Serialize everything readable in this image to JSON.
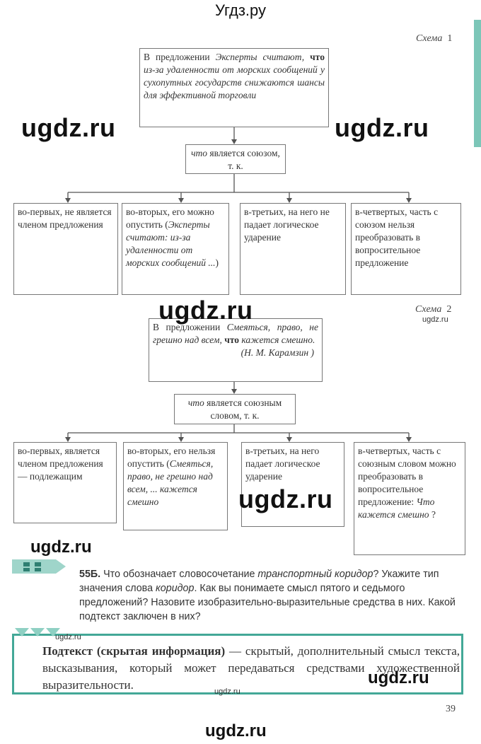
{
  "header": {
    "site_title": "Угдз.ру"
  },
  "watermarks": {
    "w1": "ugdz.ru",
    "w2": "ugdz.ru",
    "w3": "ugdz.ru",
    "w4": "ugdz.ru",
    "w5": "ugdz.ru",
    "w6": "ugdz.ru",
    "w7": "ugdz.ru",
    "w8": "ugdz.ru",
    "w9": "ugdz.ru",
    "w10": "ugdz.ru"
  },
  "scheme1": {
    "label_word": "Схема",
    "label_num": "1",
    "top_text_1": "В предложении",
    "top_italic_1": "Эксперты считают,",
    "top_bold": "что",
    "top_italic_2": "из-за удаленности от морских сообщений у сухопутных государств снижаются шансы для эффективной торговли",
    "mid_italic": "что",
    "mid_text": "является союзом, т. к.",
    "branch1": "во-первых, не является членом предложения",
    "branch2_a": "во-вторых, его можно опустить (",
    "branch2_italic": "Эксперты считают: из-за удаленности от морских сообщений ...",
    "branch2_b": ")",
    "branch3": "в-третьих, на него не падает логическое ударение",
    "branch4": "в-четвертых, часть с союзом нельзя преобразовать в вопросительное предложение"
  },
  "scheme2": {
    "label_word": "Схема",
    "label_num": "2",
    "top_text_1": "В предложении",
    "top_italic_1": "Смеяться, право, не грешно над всем,",
    "top_bold": "что",
    "top_italic_2": "кажется смешно.",
    "top_source": "(Н. М. Карамзин )",
    "mid_italic": "что",
    "mid_text": "является союзным словом, т. к.",
    "branch1": "во-первых, является членом предложения — подлежащим",
    "branch2_a": "во-вторых, его нельзя опустить (",
    "branch2_italic": "Смеяться, право, не грешно над всем, ... кажется смешно",
    "branch2_b": "",
    "branch3": "в-третьих, на него падает логическое ударение",
    "branch4_a": "в-четвертых, часть с союзным словом можно преобразовать в вопросительное предложение:",
    "branch4_italic": "Что кажется смешно",
    "branch4_b": " ?"
  },
  "task": {
    "number": "55Б.",
    "t1": " Что обозначает словосочетание ",
    "i1": "транспортный коридор",
    "t2": "? Укажите тип значения слова ",
    "i2": "коридор",
    "t3": ". Как вы понимаете смысл пятого и седьмого предложений? Назовите изобразительно-выразительные средства в них. Какой подтекст заключен в них?"
  },
  "definition": {
    "term": "Подтекст (скрытая информация)",
    "text": " — скрытый, дополнительный смысл текста, высказывания, который может передаваться средствами художественной выразительности."
  },
  "page_number": "39",
  "colors": {
    "accent": "#43a897",
    "tab": "#7cc6b8"
  }
}
